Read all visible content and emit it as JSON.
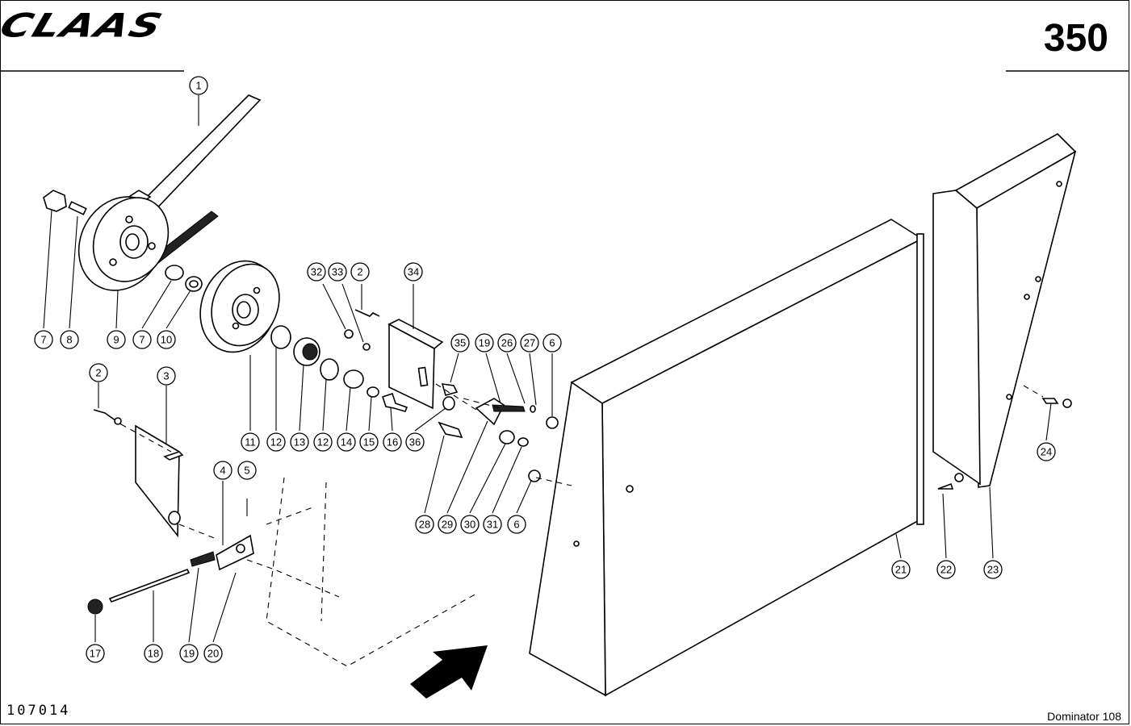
{
  "header": {
    "brand": "CLAAS",
    "page_number": "350"
  },
  "footer": {
    "drawing_code": "107014",
    "model": "Dominator 108"
  },
  "callouts": [
    {
      "id": "c1",
      "label": "1"
    },
    {
      "id": "c7a",
      "label": "7"
    },
    {
      "id": "c8",
      "label": "8"
    },
    {
      "id": "c9",
      "label": "9"
    },
    {
      "id": "c7b",
      "label": "7"
    },
    {
      "id": "c10",
      "label": "10"
    },
    {
      "id": "c2a",
      "label": "2"
    },
    {
      "id": "c3",
      "label": "3"
    },
    {
      "id": "c11",
      "label": "11"
    },
    {
      "id": "c12a",
      "label": "12"
    },
    {
      "id": "c13",
      "label": "13"
    },
    {
      "id": "c12b",
      "label": "12"
    },
    {
      "id": "c14",
      "label": "14"
    },
    {
      "id": "c15",
      "label": "15"
    },
    {
      "id": "c16",
      "label": "16"
    },
    {
      "id": "c36",
      "label": "36"
    },
    {
      "id": "c32",
      "label": "32"
    },
    {
      "id": "c33",
      "label": "33"
    },
    {
      "id": "c2b",
      "label": "2"
    },
    {
      "id": "c34",
      "label": "34"
    },
    {
      "id": "c35",
      "label": "35"
    },
    {
      "id": "c19a",
      "label": "19"
    },
    {
      "id": "c26",
      "label": "26"
    },
    {
      "id": "c27",
      "label": "27"
    },
    {
      "id": "c6a",
      "label": "6"
    },
    {
      "id": "c4",
      "label": "4"
    },
    {
      "id": "c5",
      "label": "5"
    },
    {
      "id": "c28",
      "label": "28"
    },
    {
      "id": "c29",
      "label": "29"
    },
    {
      "id": "c30",
      "label": "30"
    },
    {
      "id": "c31",
      "label": "31"
    },
    {
      "id": "c6b",
      "label": "6"
    },
    {
      "id": "c17",
      "label": "17"
    },
    {
      "id": "c18",
      "label": "18"
    },
    {
      "id": "c19b",
      "label": "19"
    },
    {
      "id": "c20",
      "label": "20"
    },
    {
      "id": "c21",
      "label": "21"
    },
    {
      "id": "c22",
      "label": "22"
    },
    {
      "id": "c23",
      "label": "23"
    },
    {
      "id": "c24",
      "label": "24"
    }
  ]
}
